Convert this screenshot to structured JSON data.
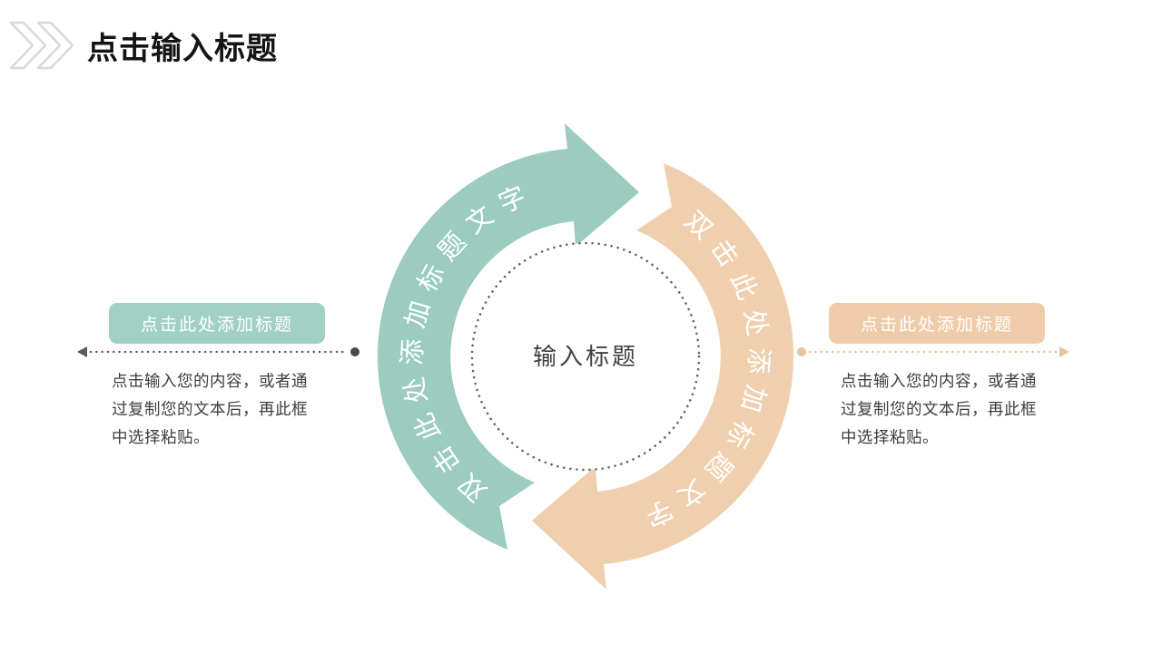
{
  "title": {
    "text": "点击输入标题"
  },
  "diagram": {
    "center_label": "输入标题",
    "arcs": [
      {
        "name": "teal-arc",
        "label": "双击此处添加标题文字",
        "color": "#9bccbf"
      },
      {
        "name": "peach-arc",
        "label": "双击此处添加标题文字",
        "color": "#f0cfae"
      }
    ]
  },
  "left_panel": {
    "heading": "点击此处添加标题",
    "body": "点击输入您的内容，或者通过复制您的文本后，再此框中选择粘贴。"
  },
  "right_panel": {
    "heading": "点击此处添加标题",
    "body": "点击输入您的内容，或者通过复制您的文本后，再此框中选择粘贴。"
  },
  "colors": {
    "teal_arc": "#9bccbf",
    "teal_box": "#a1d1c5",
    "peach_arc": "#f0cfae",
    "peach_box": "#efcca9",
    "dark_connector": "#595959",
    "peach_connector": "#e3bd96",
    "title_text": "#141414",
    "body_text": "#3d3d3d",
    "center_text": "#404040"
  }
}
